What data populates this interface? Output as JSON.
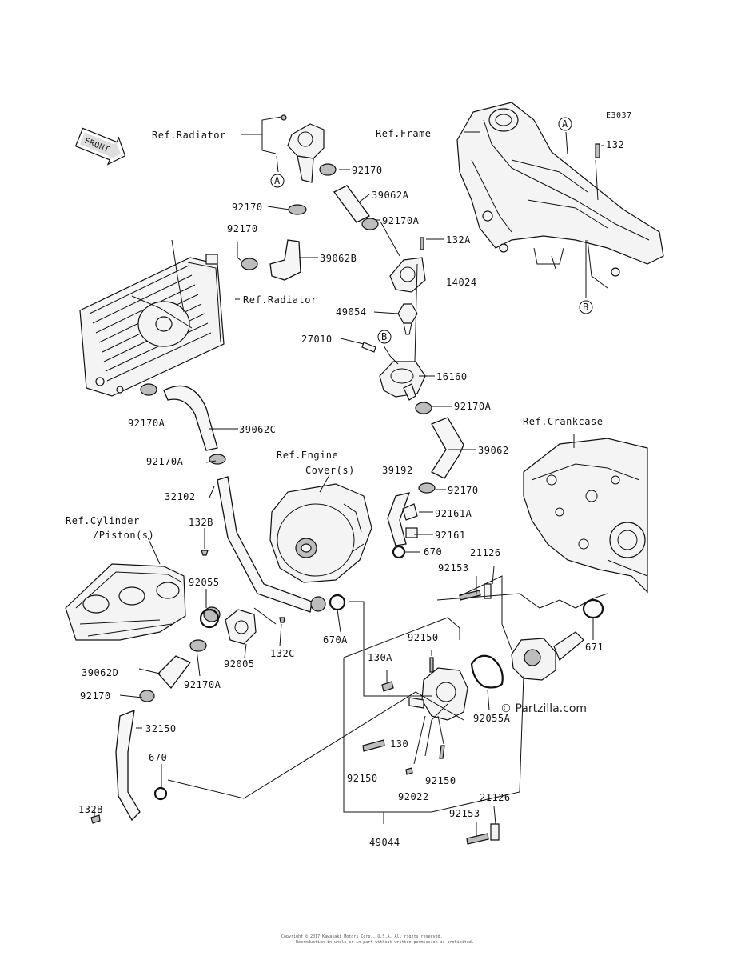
{
  "diagram_code": "E3037",
  "front_label": "FRONT",
  "references": {
    "radiator_top": "Ref.Radiator",
    "frame": "Ref.Frame",
    "radiator_main": "Ref.Radiator",
    "crankcase": "Ref.Crankcase",
    "engine_cover_line1": "Ref.Engine",
    "engine_cover_line2": "Cover(s)",
    "cylinder_line1": "Ref.Cylinder",
    "cylinder_line2": "/Piston(s)"
  },
  "markers": {
    "a": "A",
    "b": "B"
  },
  "parts": {
    "p92170_1": "92170",
    "p39062A": "39062A",
    "p92170_2": "92170",
    "p92170A_1": "92170A",
    "p132A": "132A",
    "p92170_3": "92170",
    "p39062B": "39062B",
    "p14024": "14024",
    "p49054": "49054",
    "p27010": "27010",
    "p16160": "16160",
    "p92170A_2": "92170A",
    "p132": "132",
    "p92170A_3": "92170A",
    "p39062C": "39062C",
    "p92170A_4": "92170A",
    "p39062": "39062",
    "p39192": "39192",
    "p92170_4": "92170",
    "p32102": "32102",
    "p92161A": "92161A",
    "p132B_1": "132B",
    "p92161": "92161",
    "p670_1": "670",
    "p21126_1": "21126",
    "p92153_1": "92153",
    "p92055": "92055",
    "p670A": "670A",
    "p671": "671",
    "p132C": "132C",
    "p92005": "92005",
    "p92150_1": "92150",
    "p130A": "130A",
    "p39062D": "39062D",
    "p92170A_5": "92170A",
    "p92055A": "92055A",
    "p92170_5": "92170",
    "p32150": "32150",
    "p130": "130",
    "p670_2": "670",
    "p92150_2": "92150",
    "p92150_3": "92150",
    "p92022": "92022",
    "p21126_2": "21126",
    "p132B_2": "132B",
    "p92153_2": "92153",
    "p49044": "49044"
  },
  "watermark": "© Partzilla.com",
  "footer_line1": "Copyright © 2017 Kawasaki Motors Corp., U.S.A. All rights reserved.",
  "footer_line2": "Reproduction in whole or in part without written permission is prohibited."
}
